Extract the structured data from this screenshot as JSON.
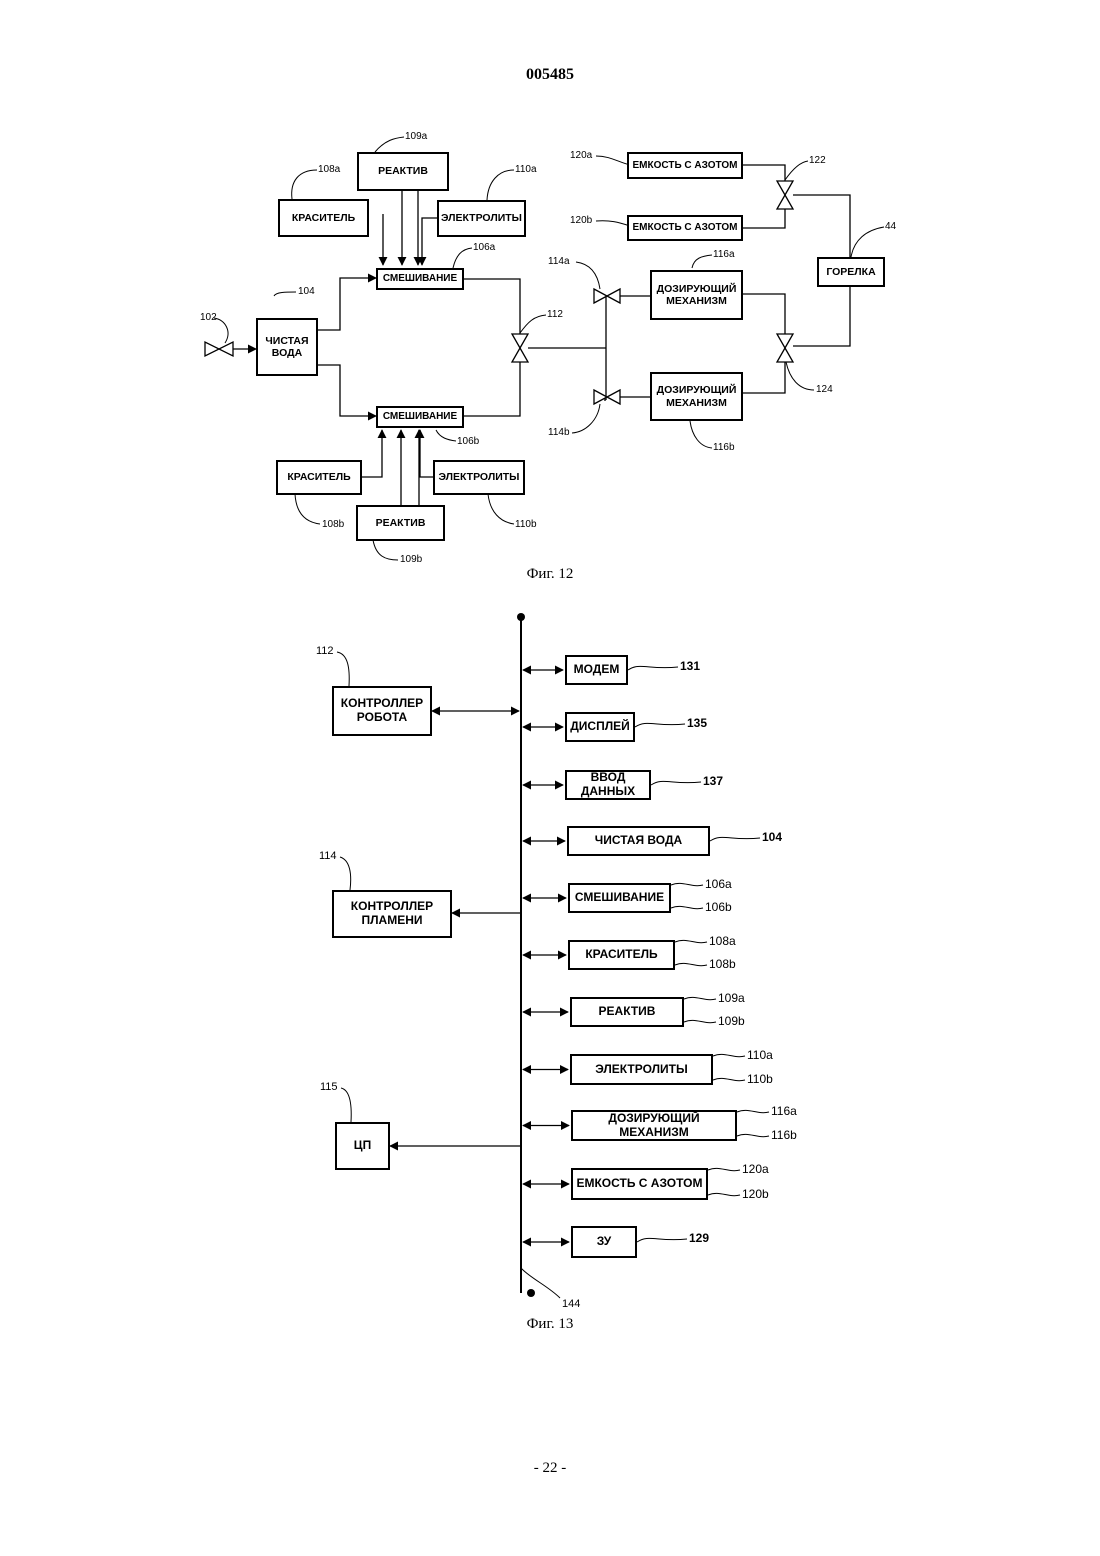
{
  "header": {
    "doc_number": "005485"
  },
  "footer": {
    "page_number": "- 22 -"
  },
  "fig12": {
    "caption": "Фиг. 12",
    "boxes": {
      "reagent_a": "РЕАКТИВ",
      "dye_a": "КРАСИТЕЛЬ",
      "electrolytes_a": "ЭЛЕКТРОЛИТЫ",
      "mixing_a": "СМЕШИВАНИЕ",
      "clean_water": "ЧИСТАЯ\nВОДА",
      "mixing_b": "СМЕШИВАНИЕ",
      "dye_b": "КРАСИТЕЛЬ",
      "electrolytes_b": "ЭЛЕКТРОЛИТЫ",
      "reagent_b": "РЕАКТИВ",
      "nitrogen_a": "ЕМКОСТЬ С АЗОТОМ",
      "nitrogen_b": "ЕМКОСТЬ С АЗОТОМ",
      "burner": "ГОРЕЛКА",
      "dosing_a": "ДОЗИРУЮЩИЙ\nМЕХАНИЗМ",
      "dosing_b": "ДОЗИРУЮЩИЙ\nМЕХАНИЗМ"
    },
    "refs": {
      "r109a": "109a",
      "r108a": "108a",
      "r110a": "110a",
      "r106a": "106a",
      "r104": "104",
      "r102": "102",
      "r112": "112",
      "r106b": "106b",
      "r108b": "108b",
      "r109b": "109b",
      "r110b": "110b",
      "r120a": "120a",
      "r120b": "120b",
      "r122": "122",
      "r44": "44",
      "r116a": "116a",
      "r114a": "114a",
      "r114b": "114b",
      "r124": "124",
      "r116b": "116b"
    }
  },
  "fig13": {
    "caption": "Фиг. 13",
    "left_boxes": {
      "robot_controller": "КОНТРОЛЛЕР\nРОБОТА",
      "flame_controller": "КОНТРОЛЛЕР\nПЛАМЕНИ",
      "cpu": "ЦП"
    },
    "left_refs": {
      "r112": "112",
      "r114": "114",
      "r115": "115"
    },
    "right_boxes": [
      {
        "label": "МОДЕМ",
        "refs": [
          "131"
        ]
      },
      {
        "label": "ДИСПЛЕЙ",
        "refs": [
          "135"
        ]
      },
      {
        "label": "ВВОД ДАННЫХ",
        "refs": [
          "137"
        ]
      },
      {
        "label": "ЧИСТАЯ ВОДА",
        "refs": [
          "104"
        ]
      },
      {
        "label": "СМЕШИВАНИЕ",
        "refs": [
          "106a",
          "106b"
        ]
      },
      {
        "label": "КРАСИТЕЛЬ",
        "refs": [
          "108a",
          "108b"
        ]
      },
      {
        "label": "РЕАКТИВ",
        "refs": [
          "109a",
          "109b"
        ]
      },
      {
        "label": "ЭЛЕКТРОЛИТЫ",
        "refs": [
          "110a",
          "110b"
        ]
      },
      {
        "label": "ДОЗИРУЮЩИЙ МЕХАНИЗМ",
        "refs": [
          "116a",
          "116b"
        ]
      },
      {
        "label": "ЕМКОСТЬ С АЗОТОМ",
        "refs": [
          "120a",
          "120b"
        ]
      },
      {
        "label": "ЗУ",
        "refs": [
          "129"
        ]
      }
    ],
    "bus_ref": "144"
  }
}
